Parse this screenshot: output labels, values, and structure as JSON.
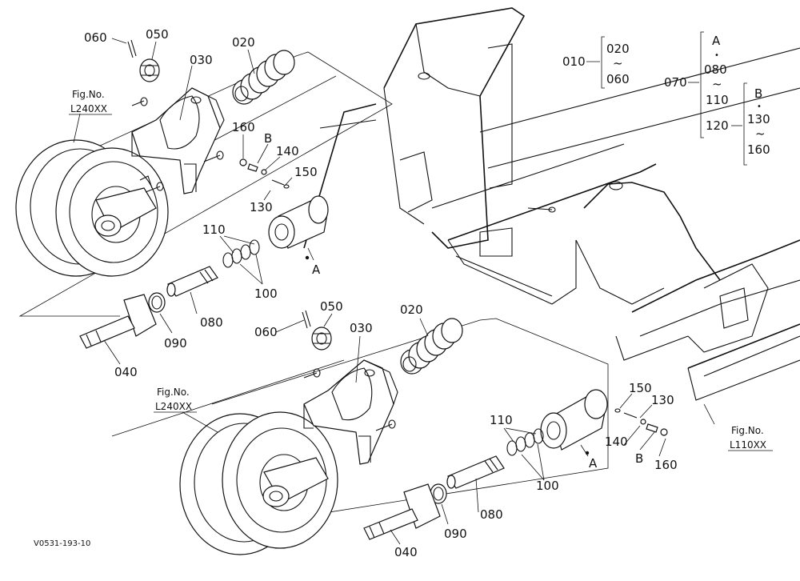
{
  "callouts": {
    "top": {
      "c060": "060",
      "c050": "050",
      "c030": "030",
      "c020": "020",
      "c160": "160",
      "cB": "B",
      "c140": "140",
      "c150": "150",
      "c130": "130",
      "c110": "110",
      "cA": "A",
      "c100": "100",
      "c080": "080",
      "c090": "090",
      "c040": "040"
    },
    "bottom": {
      "c060": "060",
      "c050": "050",
      "c030": "030",
      "c020": "020",
      "c110": "110",
      "c100": "100",
      "c080": "080",
      "c090": "090",
      "c040": "040",
      "cA": "A",
      "c150": "150",
      "c130": "130",
      "c140": "140",
      "cB": "B",
      "c160": "160"
    }
  },
  "fig_refs": {
    "top_left": {
      "line1": "Fig.No.",
      "line2": "L240XX"
    },
    "bottom_left": {
      "line1": "Fig.No.",
      "line2": "L240XX"
    },
    "right": {
      "line1": "Fig.No.",
      "line2": "L110XX"
    }
  },
  "legend": {
    "g010": {
      "key": "010",
      "from": "020",
      "tilde": "~",
      "to": "060"
    },
    "g070": {
      "key": "070",
      "groupA": {
        "letter": "A",
        "dot": "•",
        "from": "080",
        "tilde": "~",
        "to": "110"
      },
      "sub120": "120",
      "groupB": {
        "letter": "B",
        "dot": "•",
        "from": "130",
        "tilde": "~",
        "to": "160"
      }
    }
  },
  "drawing_code": "V0531-193-10"
}
